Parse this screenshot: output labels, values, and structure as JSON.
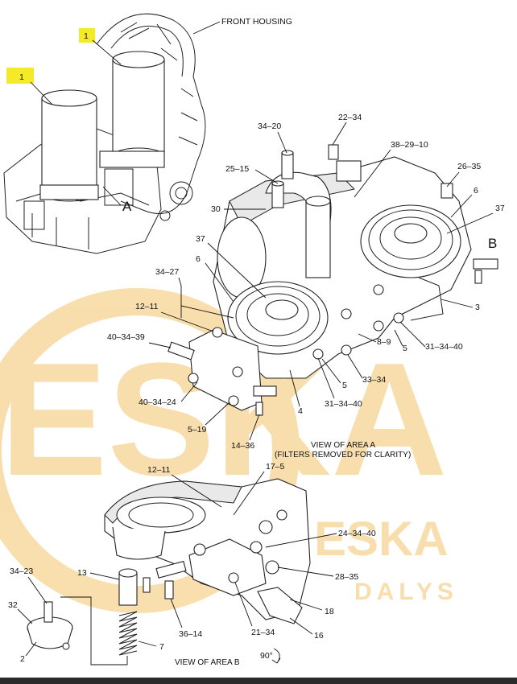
{
  "labels": {
    "front_housing": "FRONT HOUSING",
    "highlight_1a": "1",
    "highlight_1b": "1",
    "area_a": "A",
    "area_b": "B",
    "p22_34": "22–34",
    "p34_20": "34–20",
    "p38_29_10": "38–29–10",
    "p25_15": "25–15",
    "p26_35": "26–35",
    "p6_right": "6",
    "p37_right": "37",
    "p30": "30",
    "p37_left": "37",
    "p6_left": "6",
    "p34_27": "34–27",
    "p12_11_top": "12–11",
    "p3": "3",
    "p40_34_39": "40–34–39",
    "p8_9": "8–9",
    "p5_right": "5",
    "p31_34_40_right": "31–34–40",
    "p33_34": "33–34",
    "p5_mid": "5",
    "p40_34_24": "40–34–24",
    "p31_34_40_mid": "31–34–40",
    "p4": "4",
    "p5_19": "5–19",
    "p14_36": "14–36",
    "p12_11_bottom": "12–11",
    "p17_5": "17–5",
    "p24_34_40": "24–34–40",
    "p13": "13",
    "p34_23": "34–23",
    "p28_35": "28–35",
    "p32": "32",
    "p18": "18",
    "p36_14": "36–14",
    "p21_34": "21–34",
    "p16": "16",
    "p7": "7",
    "p2": "2",
    "p90": "90°"
  },
  "captions": {
    "view_a_line1": "VIEW OF AREA  A",
    "view_a_line2": "(FILTERS REMOVED FOR CLARITY)",
    "view_b": "VIEW OF AREA  B"
  },
  "watermark": {
    "main": "ESKA",
    "secondary": "DALYS"
  },
  "colors": {
    "highlight": "#f4ea2a",
    "watermark": "#f3c46a",
    "line": "#111111",
    "bottom_bar": "#2b2b2b"
  }
}
